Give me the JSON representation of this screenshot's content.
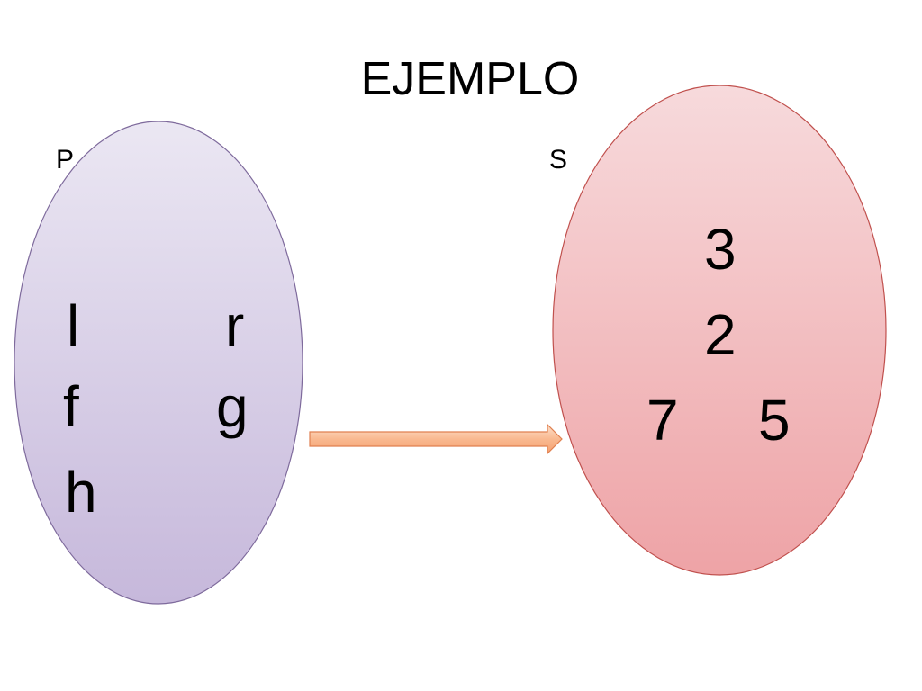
{
  "title": "EJEMPLO",
  "set_p": {
    "label": "P",
    "elements": [
      "l",
      "r",
      "f",
      "g",
      "h"
    ],
    "color": "#d6cde6"
  },
  "set_s": {
    "label": "S",
    "elements": [
      "3",
      "2",
      "7",
      "5"
    ],
    "color": "#f2b6b8"
  },
  "arrow": {
    "color": "#f7b48a"
  }
}
